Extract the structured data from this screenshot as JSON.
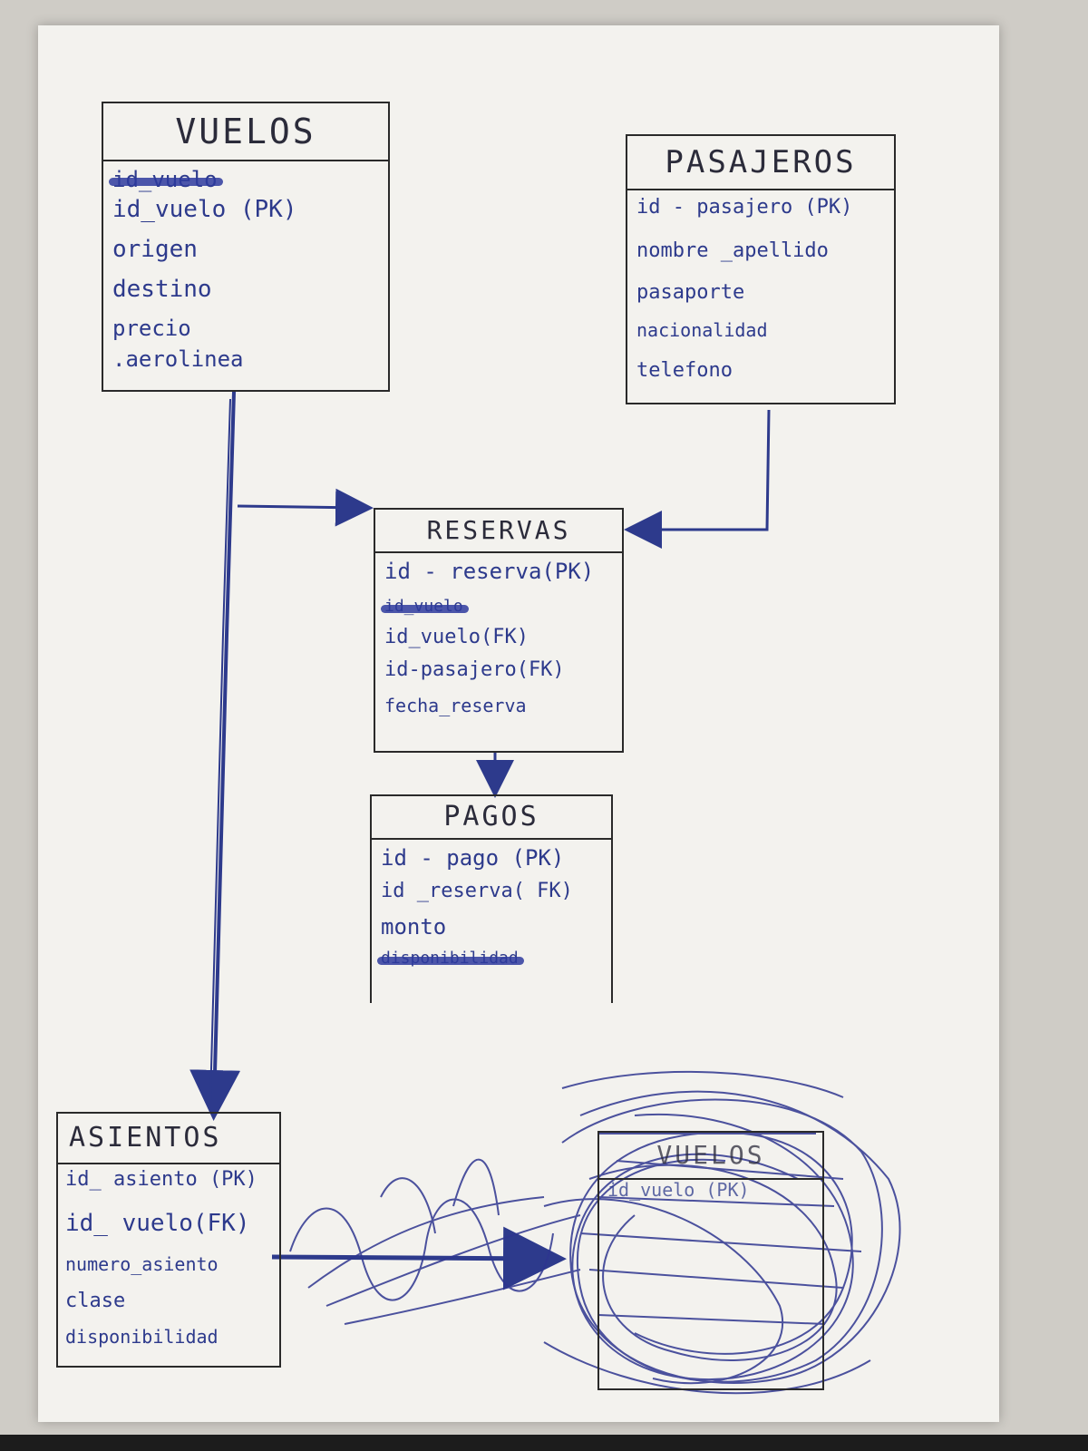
{
  "entities": {
    "vuelos": {
      "title": "VUELOS",
      "struck_field": "id_vuelo",
      "fields": [
        "id_vuelo (PK)",
        "origen",
        "destino",
        "precio",
        ".aerolinea"
      ]
    },
    "pasajeros": {
      "title": "PASAJEROS",
      "fields": [
        "id - pasajero (PK)",
        "nombre _apellido",
        "pasaporte",
        "nacionalidad",
        "telefono"
      ]
    },
    "reservas": {
      "title": "RESERVAS",
      "struck_field": "id_vuelo",
      "fields": [
        "id - reserva(PK)",
        "id_vuelo(FK)",
        "id-pasajero(FK)",
        "fecha_reserva"
      ]
    },
    "pagos": {
      "title": "PAGOS",
      "struck_field": "disponibilidad",
      "fields": [
        "id - pago (PK)",
        "id _reserva( FK)",
        "monto"
      ]
    },
    "asientos": {
      "title": "ASIENTOS",
      "fields": [
        "id_ asiento (PK)",
        "id_ vuelo(FK)",
        "numero_asiento",
        "clase",
        "disponibilidad"
      ]
    },
    "vuelos_scribbled": {
      "title": "VUELOS",
      "fields": [
        "id_vuelo (PK)"
      ]
    }
  },
  "colors": {
    "ink_blue": "#2d3a8c",
    "ink_black": "#2a2a2a",
    "paper": "#f3f2ee"
  }
}
